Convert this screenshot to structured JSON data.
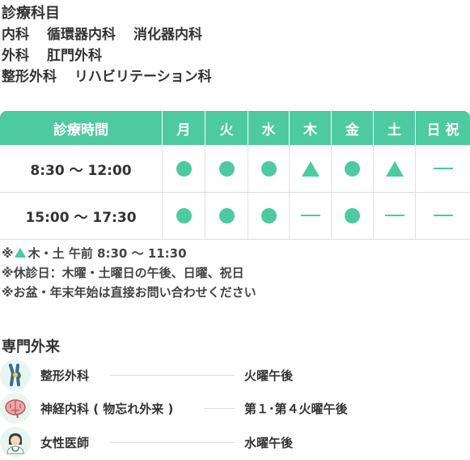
{
  "departments": {
    "title": "診療科目",
    "lines": [
      [
        "内科",
        "循環器内科",
        "消化器内科"
      ],
      [
        "外科",
        "肛門外科"
      ],
      [
        "整形外科",
        "リハビリテーション科"
      ]
    ]
  },
  "schedule": {
    "header": [
      "診療時間",
      "月",
      "火",
      "水",
      "木",
      "金",
      "土",
      "日 祝"
    ],
    "rows": [
      {
        "time": "8:30 〜 12:00",
        "marks": [
          "circle",
          "circle",
          "circle",
          "triangle",
          "circle",
          "triangle",
          "dash"
        ]
      },
      {
        "time": "15:00 〜 17:30",
        "marks": [
          "circle",
          "circle",
          "circle",
          "dash",
          "circle",
          "dash",
          "dash"
        ]
      }
    ],
    "accent_color": "#4dcaa0"
  },
  "notes": {
    "line1_prefix": "※",
    "line1_text": "木・土 午前 8:30 〜 11:30",
    "line2": "※休診日：木曜・土曜日の午後、日曜、祝日",
    "line3": "※お盆・年末年始は直接お問い合わせください"
  },
  "specialty": {
    "title": "専門外来",
    "items": [
      {
        "name": "整形外科",
        "when": "火曜午後",
        "icon": "knee-joint-icon"
      },
      {
        "name": "神経内科 ( 物忘れ外来 )",
        "when": "第１･第４火曜午後",
        "icon": "brain-icon"
      },
      {
        "name": "女性医師",
        "when": "水曜午後",
        "icon": "female-doctor-icon"
      }
    ]
  }
}
